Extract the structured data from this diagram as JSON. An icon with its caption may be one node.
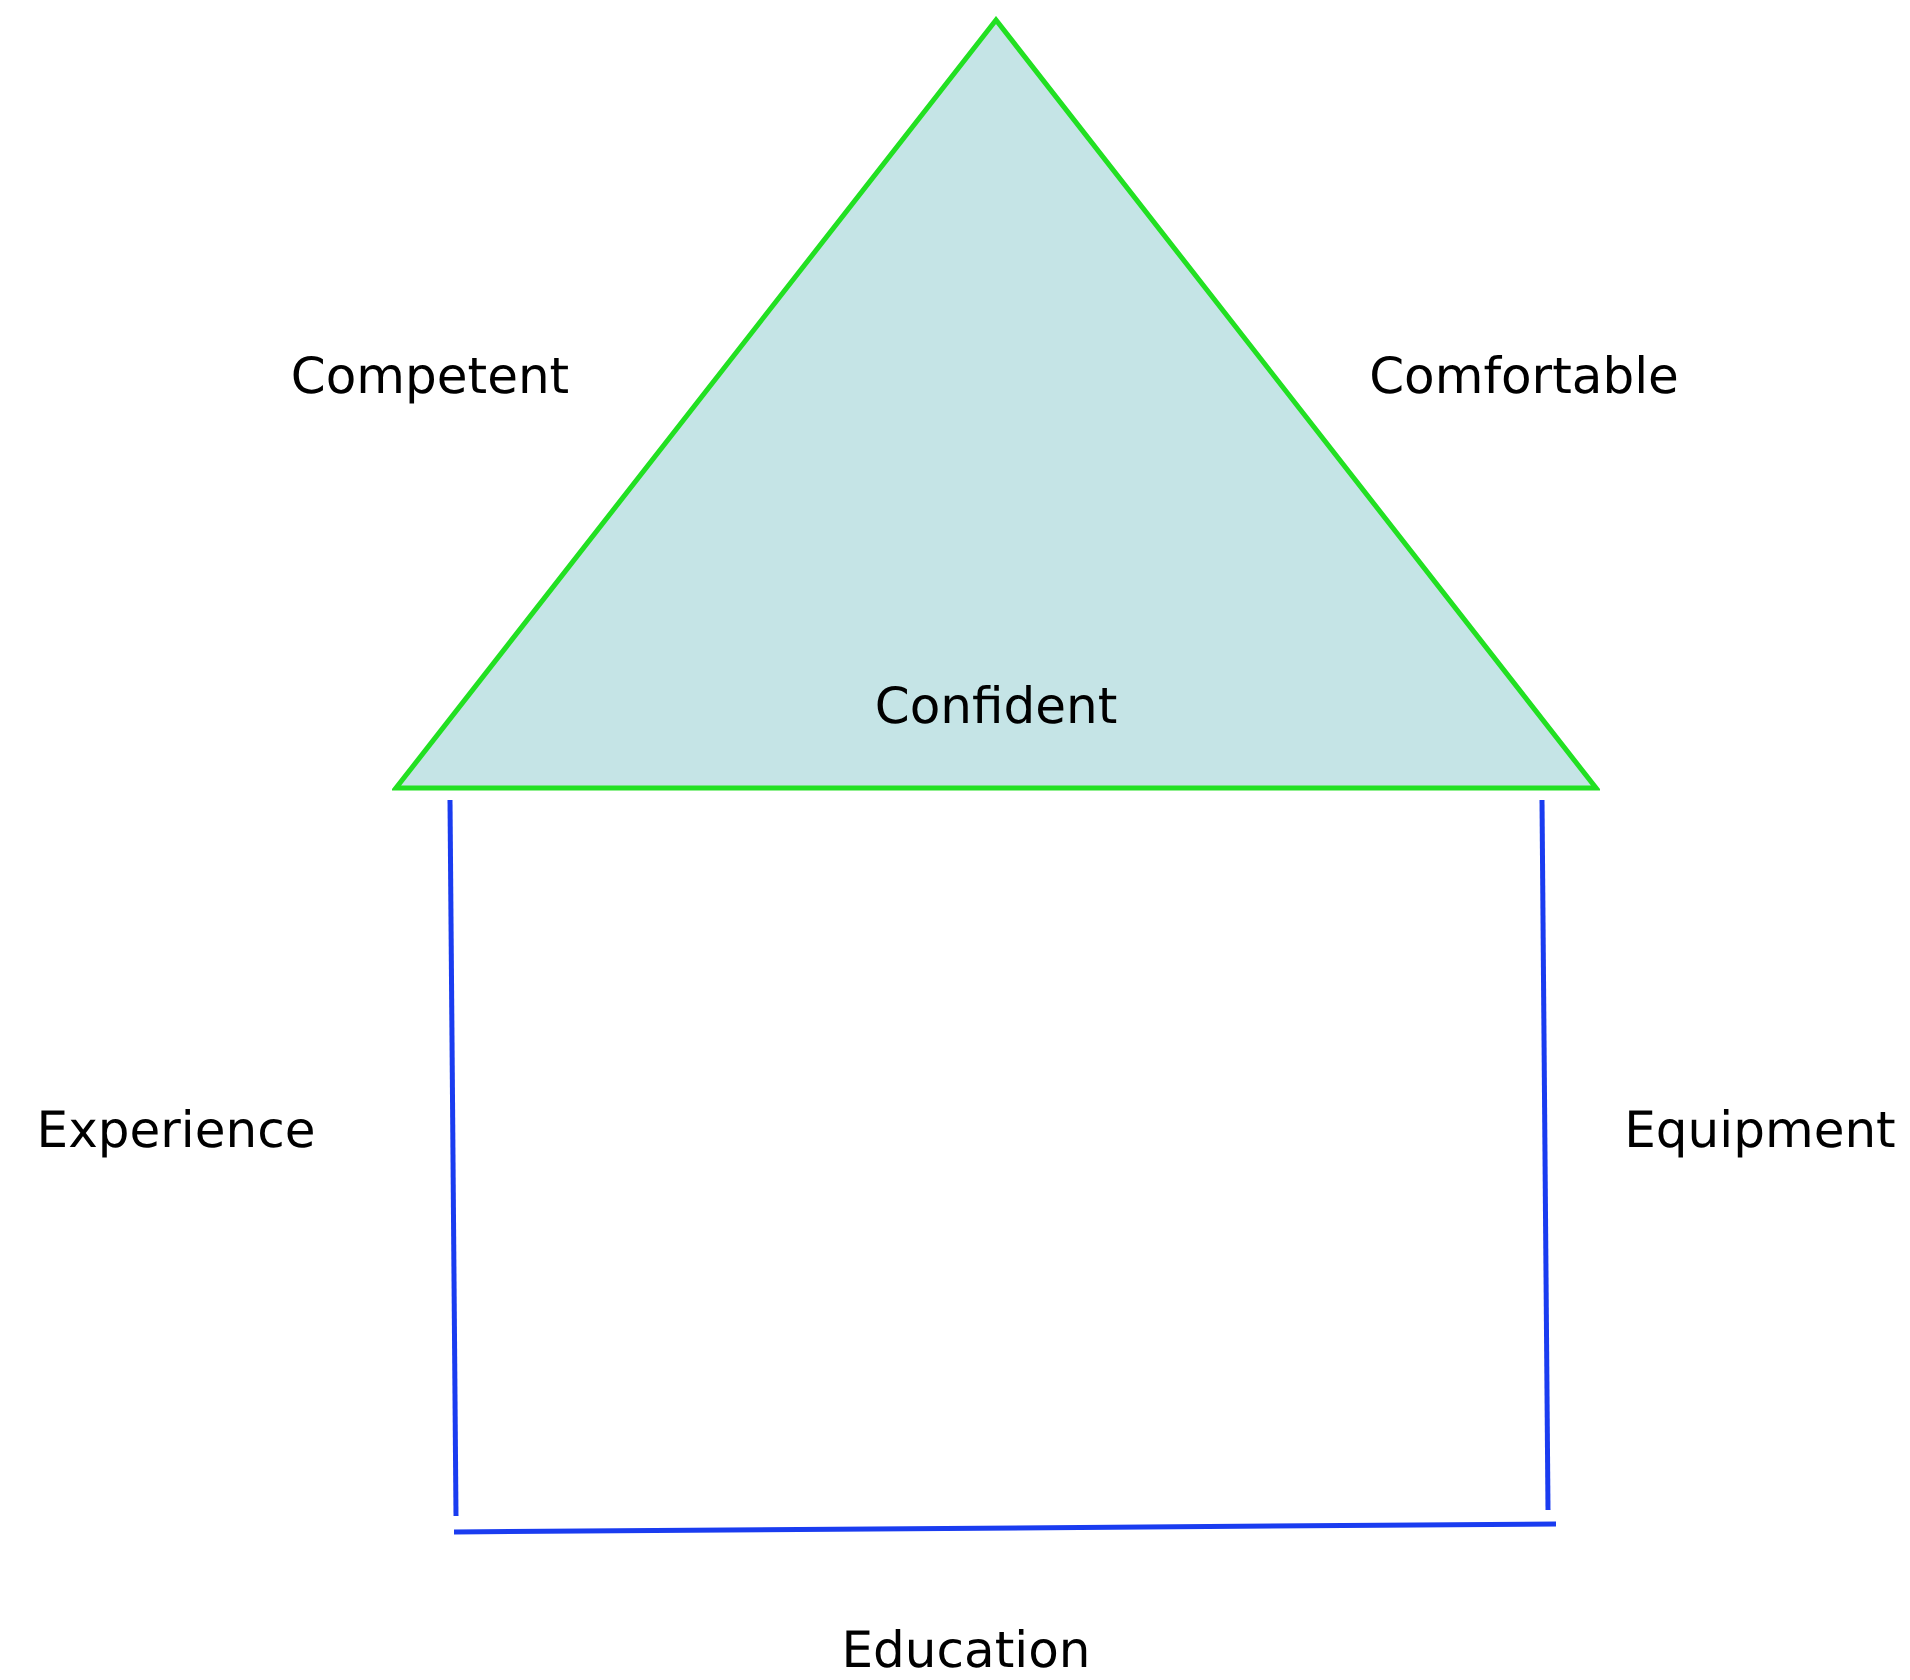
{
  "diagram": {
    "nodes": [
      {
        "text": [
          "Confident"
        ]
      }
    ],
    "labels": [
      "Competent",
      "Comfortable",
      "Experience",
      "Equipment",
      "Education"
    ]
  }
}
